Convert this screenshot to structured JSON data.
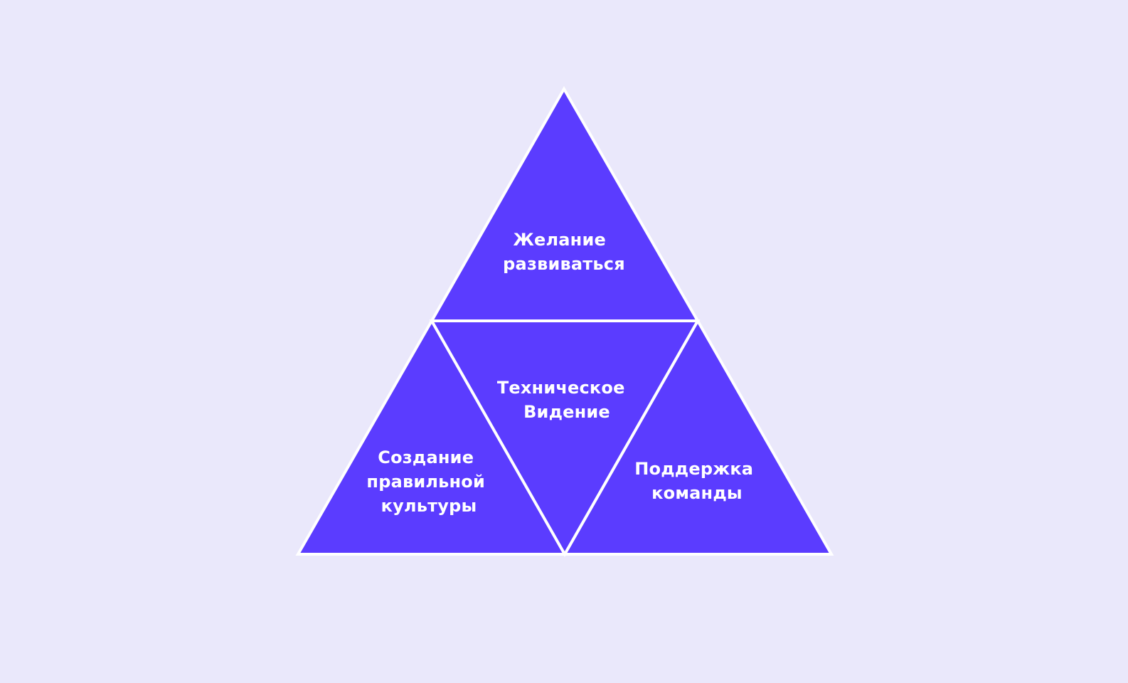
{
  "colors": {
    "background": "#eae8fb",
    "triangle_fill": "#5b3cff",
    "outline": "#ffffff",
    "text": "#ffffff"
  },
  "triangles": {
    "top": {
      "lines": [
        "Желание",
        "развиваться"
      ]
    },
    "center": {
      "lines": [
        "Техническое",
        "Видение"
      ]
    },
    "left": {
      "lines": [
        "Создание",
        "правильной",
        "культуры"
      ]
    },
    "right": {
      "lines": [
        "Поддержка",
        "команды"
      ]
    }
  }
}
